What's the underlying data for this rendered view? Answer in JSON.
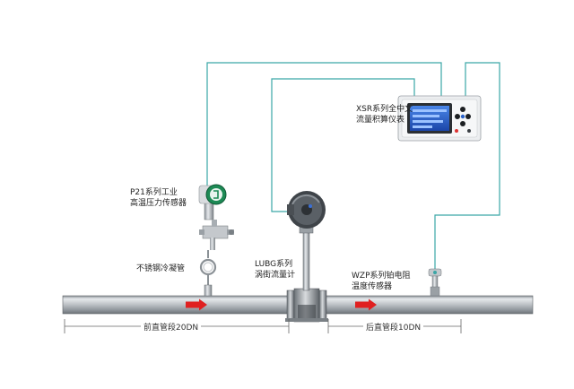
{
  "labels": {
    "xsr_line1": "XSR系列全中文",
    "xsr_line2": "流量积算仪表",
    "p21_line1": "P21系列工业",
    "p21_line2": "高温压力传感器",
    "condenser": "不锈钢冷凝管",
    "lubg_line1": "LUBG系列",
    "lubg_line2": "涡街流量计",
    "wzp_line1": "WZP系列铂电阻",
    "wzp_line2": "温度传感器",
    "upstream": "前直管段20DN",
    "downstream": "后直管段10DN"
  },
  "colors": {
    "signal_wire": "#3aa6a6",
    "flow_arrow": "#e02020",
    "pipe": "#b9bdc2",
    "display": "#2a62c9"
  }
}
